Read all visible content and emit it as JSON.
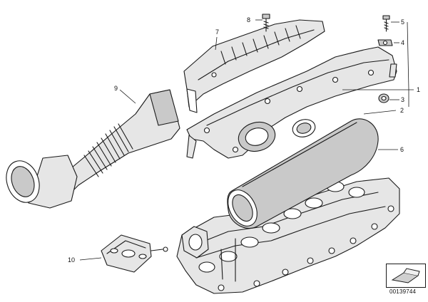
{
  "diagram": {
    "callouts": [
      {
        "label": "1"
      },
      {
        "label": "2"
      },
      {
        "label": "3"
      },
      {
        "label": "4"
      },
      {
        "label": "5"
      },
      {
        "label": "6"
      },
      {
        "label": "7"
      },
      {
        "label": "8"
      },
      {
        "label": "9"
      },
      {
        "label": "10"
      }
    ],
    "document_number": "00139744"
  }
}
